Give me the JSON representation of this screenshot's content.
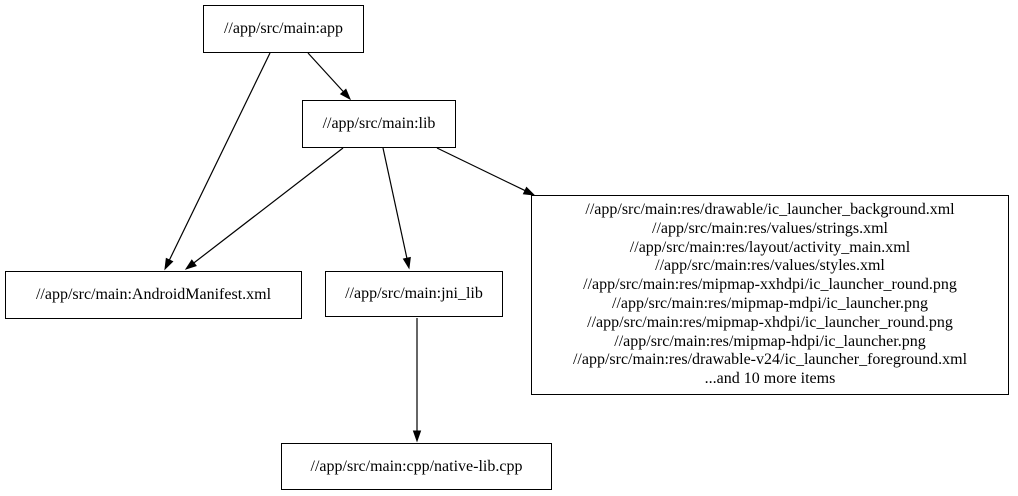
{
  "graph": {
    "nodes": {
      "app": {
        "label": "//app/src/main:app"
      },
      "lib": {
        "label": "//app/src/main:lib"
      },
      "manifest": {
        "label": "//app/src/main:AndroidManifest.xml"
      },
      "jni_lib": {
        "label": "//app/src/main:jni_lib"
      },
      "res_group": {
        "lines": [
          "//app/src/main:res/drawable/ic_launcher_background.xml",
          "//app/src/main:res/values/strings.xml",
          "//app/src/main:res/layout/activity_main.xml",
          "//app/src/main:res/values/styles.xml",
          "//app/src/main:res/mipmap-xxhdpi/ic_launcher_round.png",
          "//app/src/main:res/mipmap-mdpi/ic_launcher.png",
          "//app/src/main:res/mipmap-xhdpi/ic_launcher_round.png",
          "//app/src/main:res/mipmap-hdpi/ic_launcher.png",
          "//app/src/main:res/drawable-v24/ic_launcher_foreground.xml",
          "...and 10 more items"
        ]
      },
      "native_cpp": {
        "label": "//app/src/main:cpp/native-lib.cpp"
      }
    },
    "edges": [
      {
        "from": "app",
        "to": "lib"
      },
      {
        "from": "app",
        "to": "manifest"
      },
      {
        "from": "lib",
        "to": "manifest"
      },
      {
        "from": "lib",
        "to": "jni_lib"
      },
      {
        "from": "lib",
        "to": "res_group"
      },
      {
        "from": "jni_lib",
        "to": "native_cpp"
      }
    ],
    "colors": {
      "background": "#ffffff",
      "node_fill": "#ffffff",
      "node_border": "#000000",
      "text": "#000000",
      "edge": "#000000"
    }
  }
}
